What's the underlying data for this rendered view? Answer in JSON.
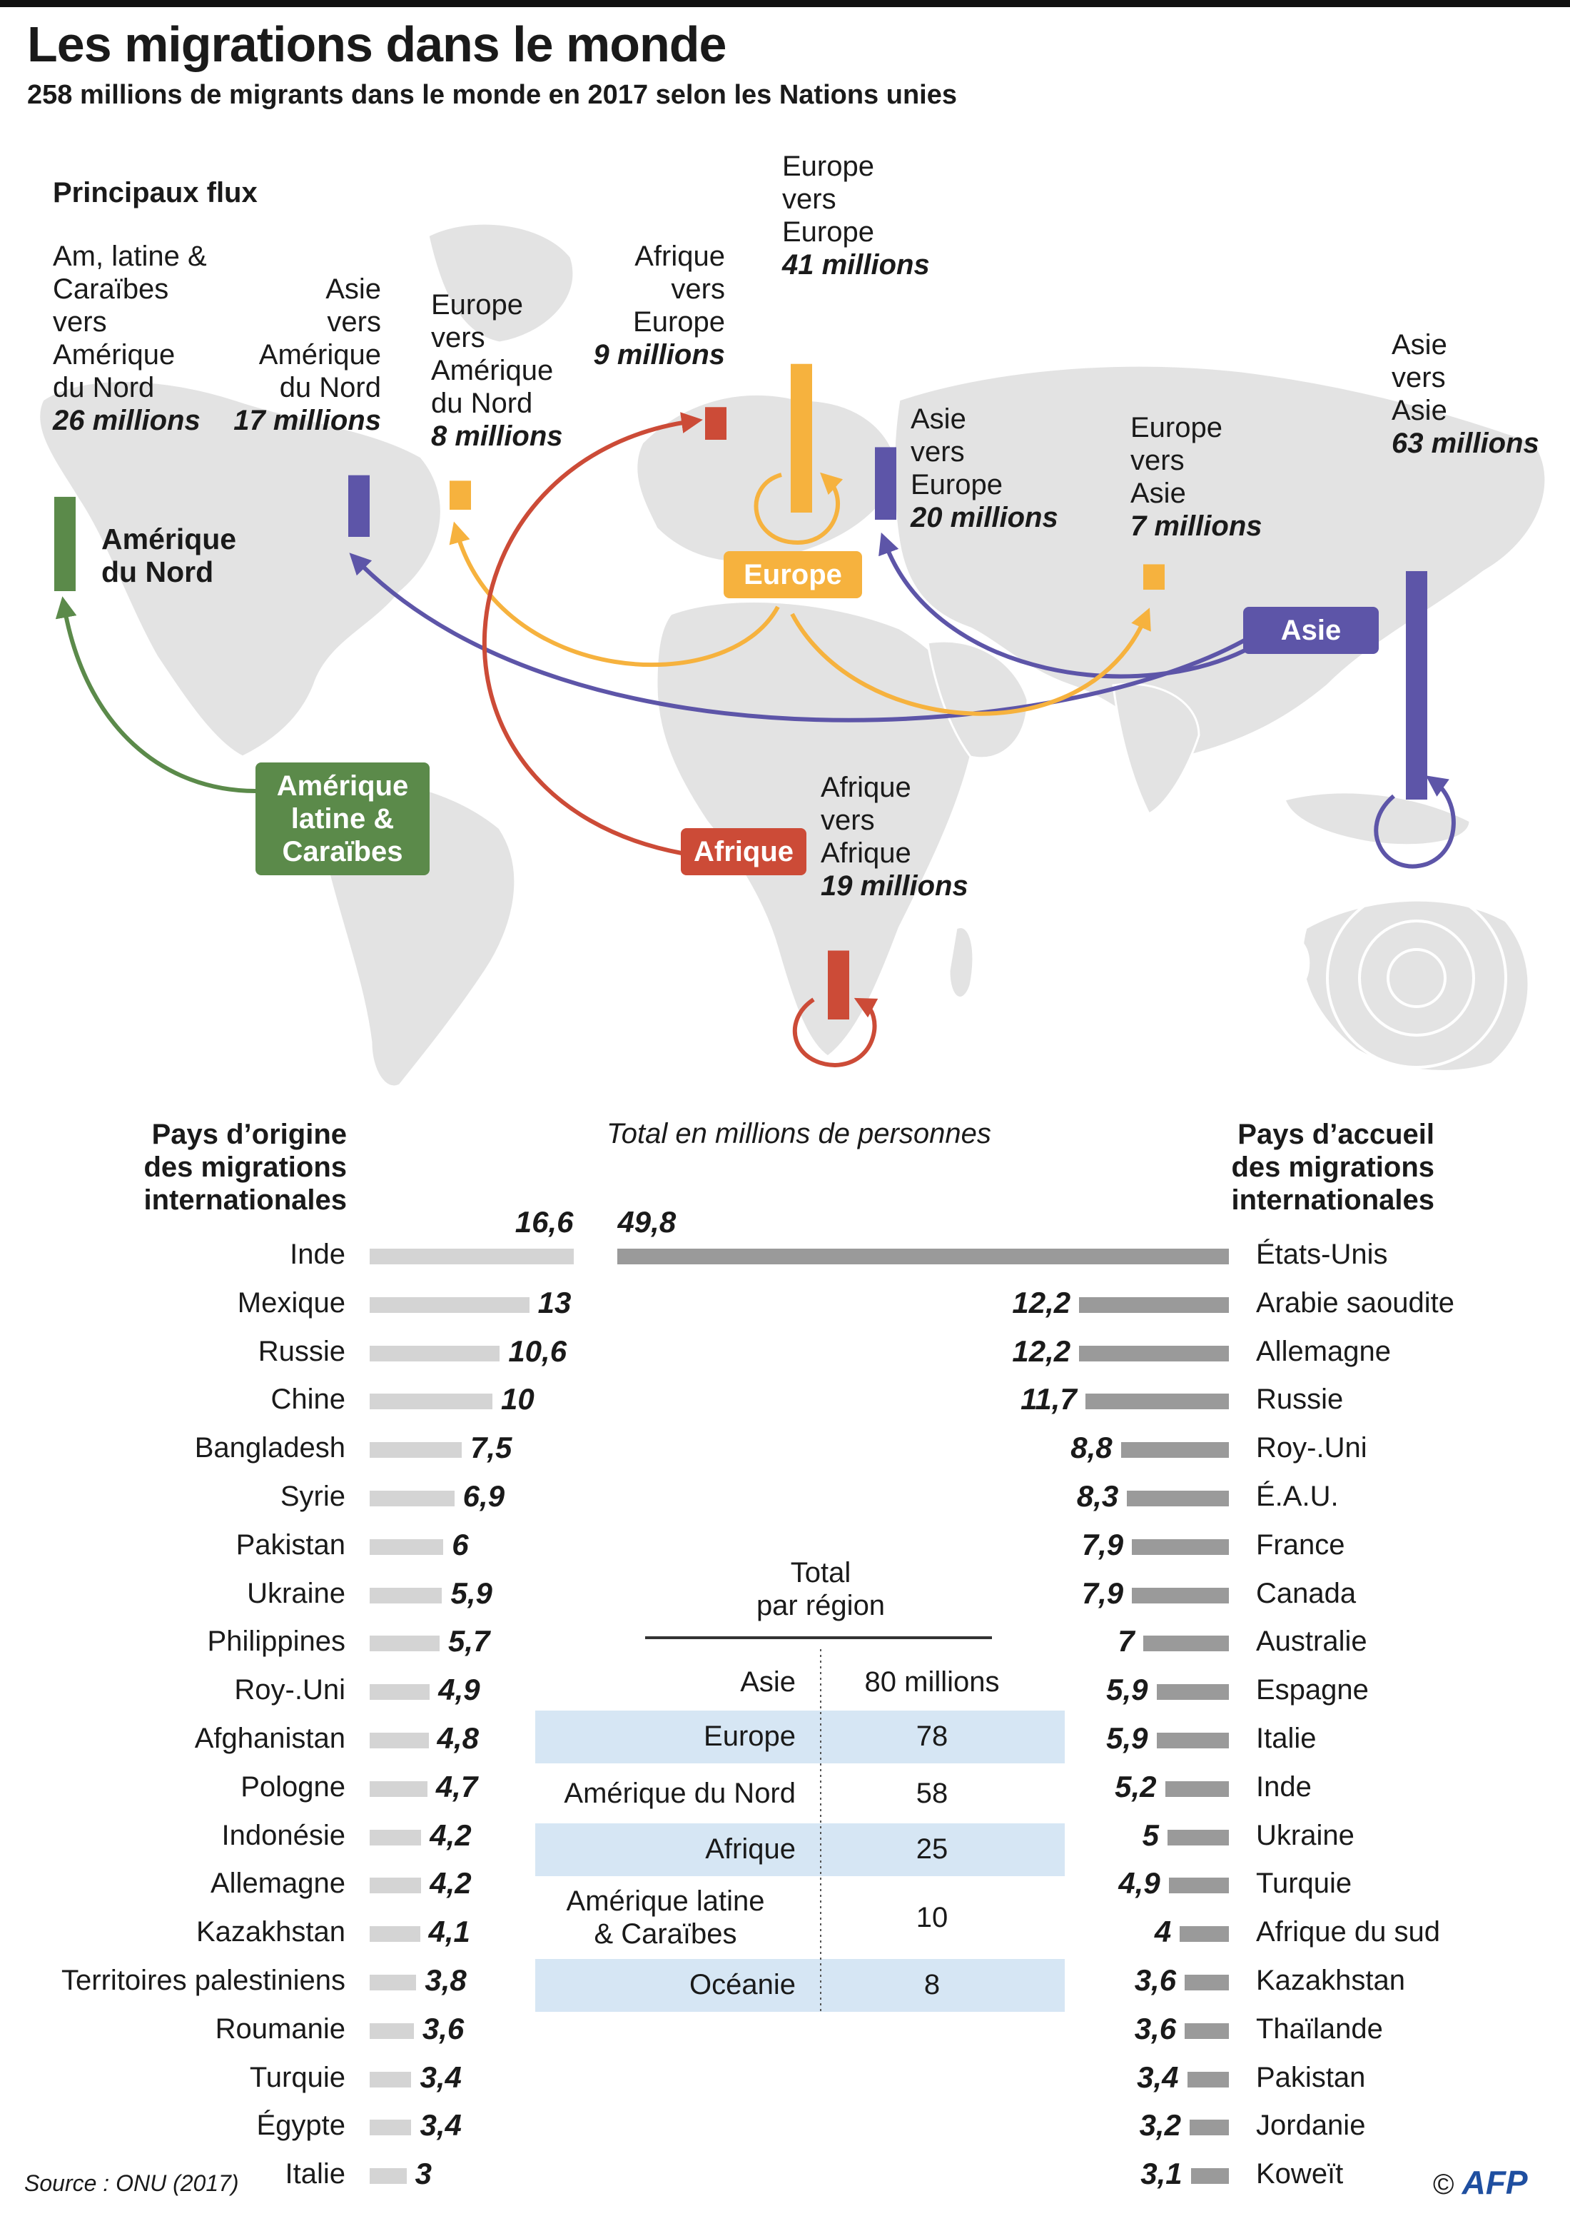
{
  "title": "Les migrations dans le monde",
  "subtitle": "258 millions de migrants dans le monde en 2017 selon les Nations unies",
  "flows_title": "Principaux flux",
  "colors": {
    "amerique_latine": "#5b8a4a",
    "asie": "#5d55a8",
    "europe": "#f6b23e",
    "afrique": "#cc4b37",
    "map": "#e3e3e3",
    "bar_origin": "#d4d4d4",
    "bar_host": "#9a9a9a",
    "table_band": "#d6e6f4"
  },
  "flows": [
    {
      "id": "latam-na",
      "lines": [
        "Am, latine &",
        "Caraïbes",
        "vers",
        "Amérique",
        "du Nord"
      ],
      "value": "26 millions"
    },
    {
      "id": "asia-na",
      "lines": [
        "Asie",
        "vers",
        "Amérique",
        "du Nord"
      ],
      "value": "17 millions"
    },
    {
      "id": "eu-na",
      "lines": [
        "Europe",
        "vers",
        "Amérique",
        "du Nord"
      ],
      "value": "8 millions"
    },
    {
      "id": "af-eu",
      "lines": [
        "Afrique",
        "vers",
        "Europe"
      ],
      "value": "9 millions"
    },
    {
      "id": "eu-eu",
      "lines": [
        "Europe",
        "vers",
        "Europe"
      ],
      "value": "41 millions"
    },
    {
      "id": "asia-eu",
      "lines": [
        "Asie",
        "vers",
        "Europe"
      ],
      "value": "20 millions"
    },
    {
      "id": "eu-asia",
      "lines": [
        "Europe",
        "vers",
        "Asie"
      ],
      "value": "7 millions"
    },
    {
      "id": "asia-asia",
      "lines": [
        "Asie",
        "vers",
        "Asie"
      ],
      "value": "63 millions"
    },
    {
      "id": "af-af",
      "lines": [
        "Afrique",
        "vers",
        "Afrique"
      ],
      "value": "19 millions"
    }
  ],
  "region_labels": {
    "amerique_du_nord": [
      "Amérique",
      "du Nord"
    ],
    "europe": "Europe",
    "asie": "Asie",
    "afrique": "Afrique",
    "amerique_latine": [
      "Amérique",
      "latine &",
      "Caraïbes"
    ]
  },
  "watermark": "AFP",
  "axis_note": "Total en millions de personnes",
  "chart_data": [
    {
      "type": "bar",
      "title": "Pays d’origine des migrations internationales",
      "title_lines": [
        "Pays d’origine",
        "des migrations",
        "internationales"
      ],
      "unit": "millions de personnes",
      "categories": [
        "Inde",
        "Mexique",
        "Russie",
        "Chine",
        "Bangladesh",
        "Syrie",
        "Pakistan",
        "Ukraine",
        "Philippines",
        "Roy-.Uni",
        "Afghanistan",
        "Pologne",
        "Indonésie",
        "Allemagne",
        "Kazakhstan",
        "Territoires palestiniens",
        "Roumanie",
        "Turquie",
        "Égypte",
        "Italie"
      ],
      "values": [
        16.6,
        13,
        10.6,
        10,
        7.5,
        6.9,
        6,
        5.9,
        5.7,
        4.9,
        4.8,
        4.7,
        4.2,
        4.2,
        4.1,
        3.8,
        3.6,
        3.4,
        3.4,
        3
      ],
      "labels": [
        "16,6",
        "13",
        "10,6",
        "10",
        "7,5",
        "6,9",
        "6",
        "5,9",
        "5,7",
        "4,9",
        "4,8",
        "4,7",
        "4,2",
        "4,2",
        "4,1",
        "3,8",
        "3,6",
        "3,4",
        "3,4",
        "3"
      ]
    },
    {
      "type": "bar",
      "title": "Pays d’accueil des migrations internationales",
      "title_lines": [
        "Pays d’accueil",
        "des migrations",
        "internationales"
      ],
      "unit": "millions de personnes",
      "categories": [
        "États-Unis",
        "Arabie saoudite",
        "Allemagne",
        "Russie",
        "Roy-.Uni",
        "É.A.U.",
        "France",
        "Canada",
        "Australie",
        "Espagne",
        "Italie",
        "Inde",
        "Ukraine",
        "Turquie",
        "Afrique du sud",
        "Kazakhstan",
        "Thaïlande",
        "Pakistan",
        "Jordanie",
        "Koweït"
      ],
      "values": [
        49.8,
        12.2,
        12.2,
        11.7,
        8.8,
        8.3,
        7.9,
        7.9,
        7,
        5.9,
        5.9,
        5.2,
        5,
        4.9,
        4,
        3.6,
        3.6,
        3.4,
        3.2,
        3.1
      ],
      "labels": [
        "49,8",
        "12,2",
        "12,2",
        "11,7",
        "8,8",
        "8,3",
        "7,9",
        "7,9",
        "7",
        "5,9",
        "5,9",
        "5,2",
        "5",
        "4,9",
        "4",
        "3,6",
        "3,6",
        "3,4",
        "3,2",
        "3,1"
      ]
    },
    {
      "type": "table",
      "title": "Total par région",
      "title_lines": [
        "Total",
        "par région"
      ],
      "rows": [
        {
          "region": [
            "Asie"
          ],
          "value": "80 millions"
        },
        {
          "region": [
            "Europe"
          ],
          "value": "78"
        },
        {
          "region": [
            "Amérique du Nord"
          ],
          "value": "58"
        },
        {
          "region": [
            "Afrique"
          ],
          "value": "25"
        },
        {
          "region": [
            "Amérique latine",
            "& Caraïbes"
          ],
          "value": "10"
        },
        {
          "region": [
            "Océanie"
          ],
          "value": "8"
        }
      ]
    }
  ],
  "source": "Source : ONU (2017)",
  "credit": {
    "symbol": "©",
    "brand": "AFP"
  }
}
